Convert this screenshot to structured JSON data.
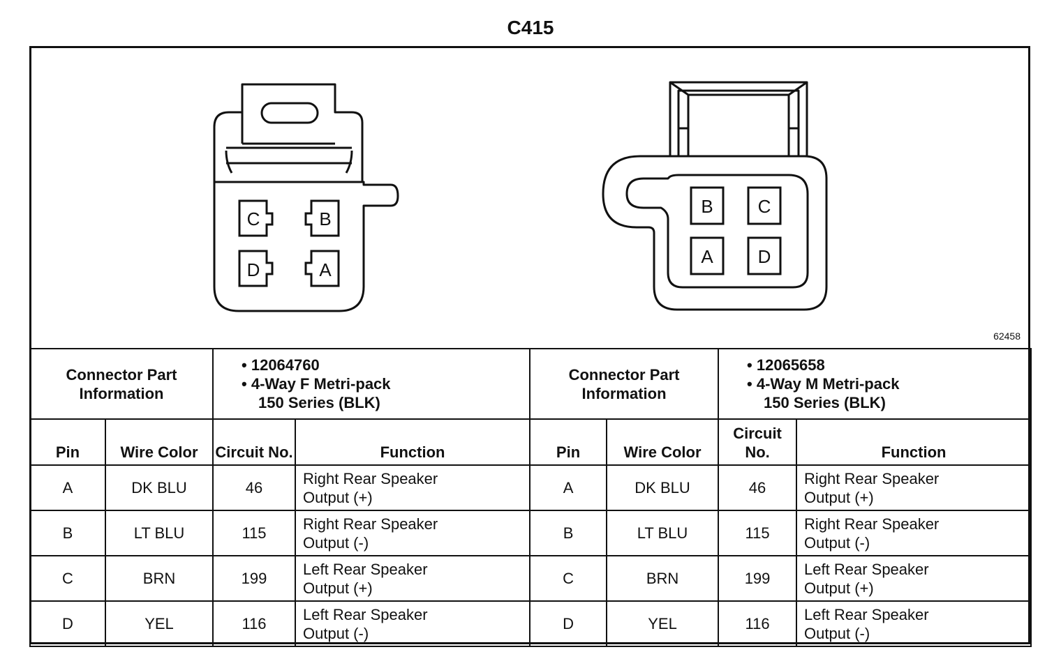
{
  "title": "C415",
  "figure_number": "62458",
  "left_connector": {
    "pins_cavity": [
      "C",
      "B",
      "D",
      "A"
    ],
    "part_info_label": "Connector Part Information",
    "part_number": "12064760",
    "desc_line1": "4-Way F Metri-pack",
    "desc_line2": "150 Series (BLK)"
  },
  "right_connector": {
    "pins_cavity": [
      "B",
      "C",
      "A",
      "D"
    ],
    "part_info_label": "Connector Part Information",
    "part_number": "12065658",
    "desc_line1": "4-Way M Metri-pack",
    "desc_line2": "150 Series (BLK)"
  },
  "headers": {
    "left": {
      "pin": "Pin",
      "wire": "Wire Color",
      "circuit": "Circuit No.",
      "function": "Function"
    },
    "right": {
      "pin": "Pin",
      "wire": "Wire Color",
      "circuit": "Circuit No.",
      "function": "Function"
    }
  },
  "rows": [
    {
      "pin": "A",
      "wire": "DK BLU",
      "circuit": "46",
      "func1": "Right Rear Speaker",
      "func2": "Output (+)"
    },
    {
      "pin": "B",
      "wire": "LT BLU",
      "circuit": "115",
      "func1": "Right Rear Speaker",
      "func2": "Output (-)"
    },
    {
      "pin": "C",
      "wire": "BRN",
      "circuit": "199",
      "func1": "Left Rear Speaker",
      "func2": "Output (+)"
    },
    {
      "pin": "D",
      "wire": "YEL",
      "circuit": "116",
      "func1": "Left Rear Speaker",
      "func2": "Output (-)"
    }
  ],
  "bullet": "•"
}
